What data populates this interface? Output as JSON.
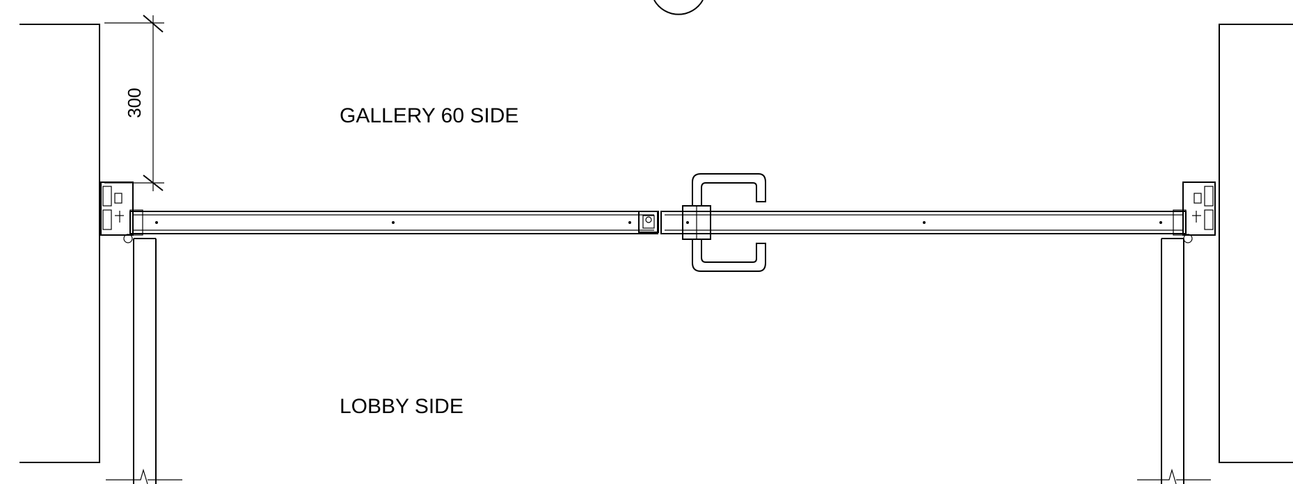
{
  "labels": {
    "upper_side": "GALLERY 60 SIDE",
    "lower_side": "LOBBY SIDE"
  },
  "dimensions": {
    "frame_offset": "300"
  }
}
